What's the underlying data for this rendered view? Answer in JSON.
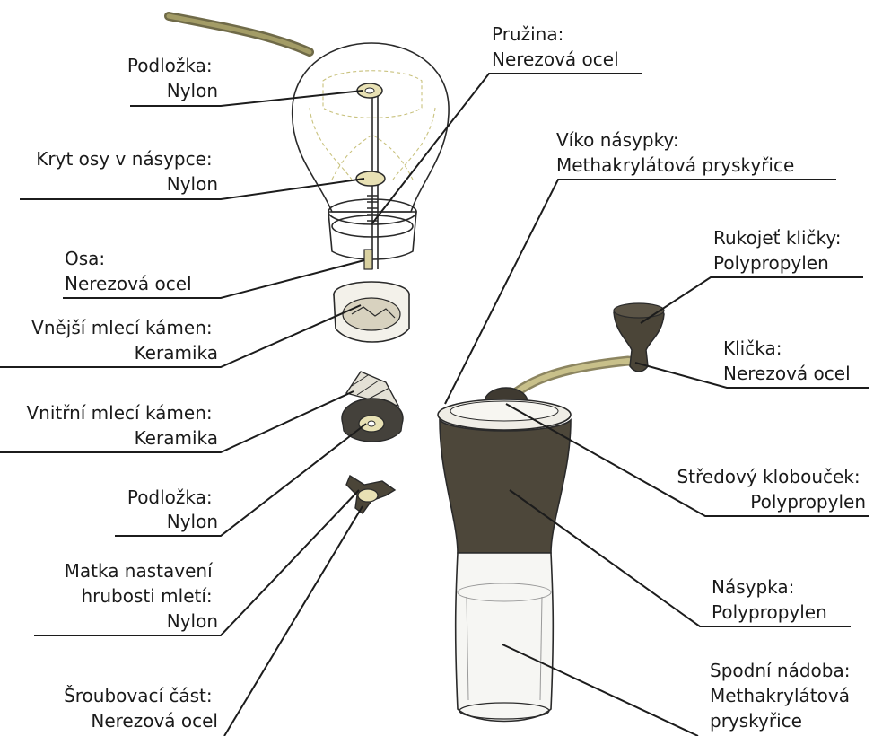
{
  "labels": {
    "podlozka_top": [
      "Podložka:",
      "Nylon"
    ],
    "kryt_osy": [
      "Kryt osy v násypce:",
      "Nylon"
    ],
    "osa": [
      "Osa:",
      "Nerezová ocel"
    ],
    "vnejsi_kamen": [
      "Vnější mlecí kámen:",
      "Keramika"
    ],
    "vnitrni_kamen": [
      "Vnitřní mlecí kámen:",
      "Keramika"
    ],
    "podlozka_bottom": [
      "Podložka:",
      "Nylon"
    ],
    "matka": [
      "Matka nastavení",
      "hrubosti mletí:",
      "Nylon"
    ],
    "sroubovaci": [
      "Šroubovací část:",
      "Nerezová ocel"
    ],
    "pruzina": [
      "Pružina:",
      "Nerezová ocel"
    ],
    "viko": [
      "Víko násypky:",
      "Methakrylátová pryskyřice"
    ],
    "rukojet": [
      "Rukojeť kličky:",
      "Polypropylen"
    ],
    "klicka": [
      "Klička:",
      "Nerezová ocel"
    ],
    "stredovy": [
      "Středový klobouček:",
      "Polypropylen"
    ],
    "nasypka": [
      "Násypka:",
      "Polypropylen"
    ],
    "spodni": [
      "Spodní nádoba:",
      "Methakrylátová",
      "pryskyřice"
    ]
  },
  "colors": {
    "hopper_body": "#4d473a",
    "handle_grip": "#4b4538",
    "steel": "#c8c08a",
    "line": "#1c1c1c"
  }
}
